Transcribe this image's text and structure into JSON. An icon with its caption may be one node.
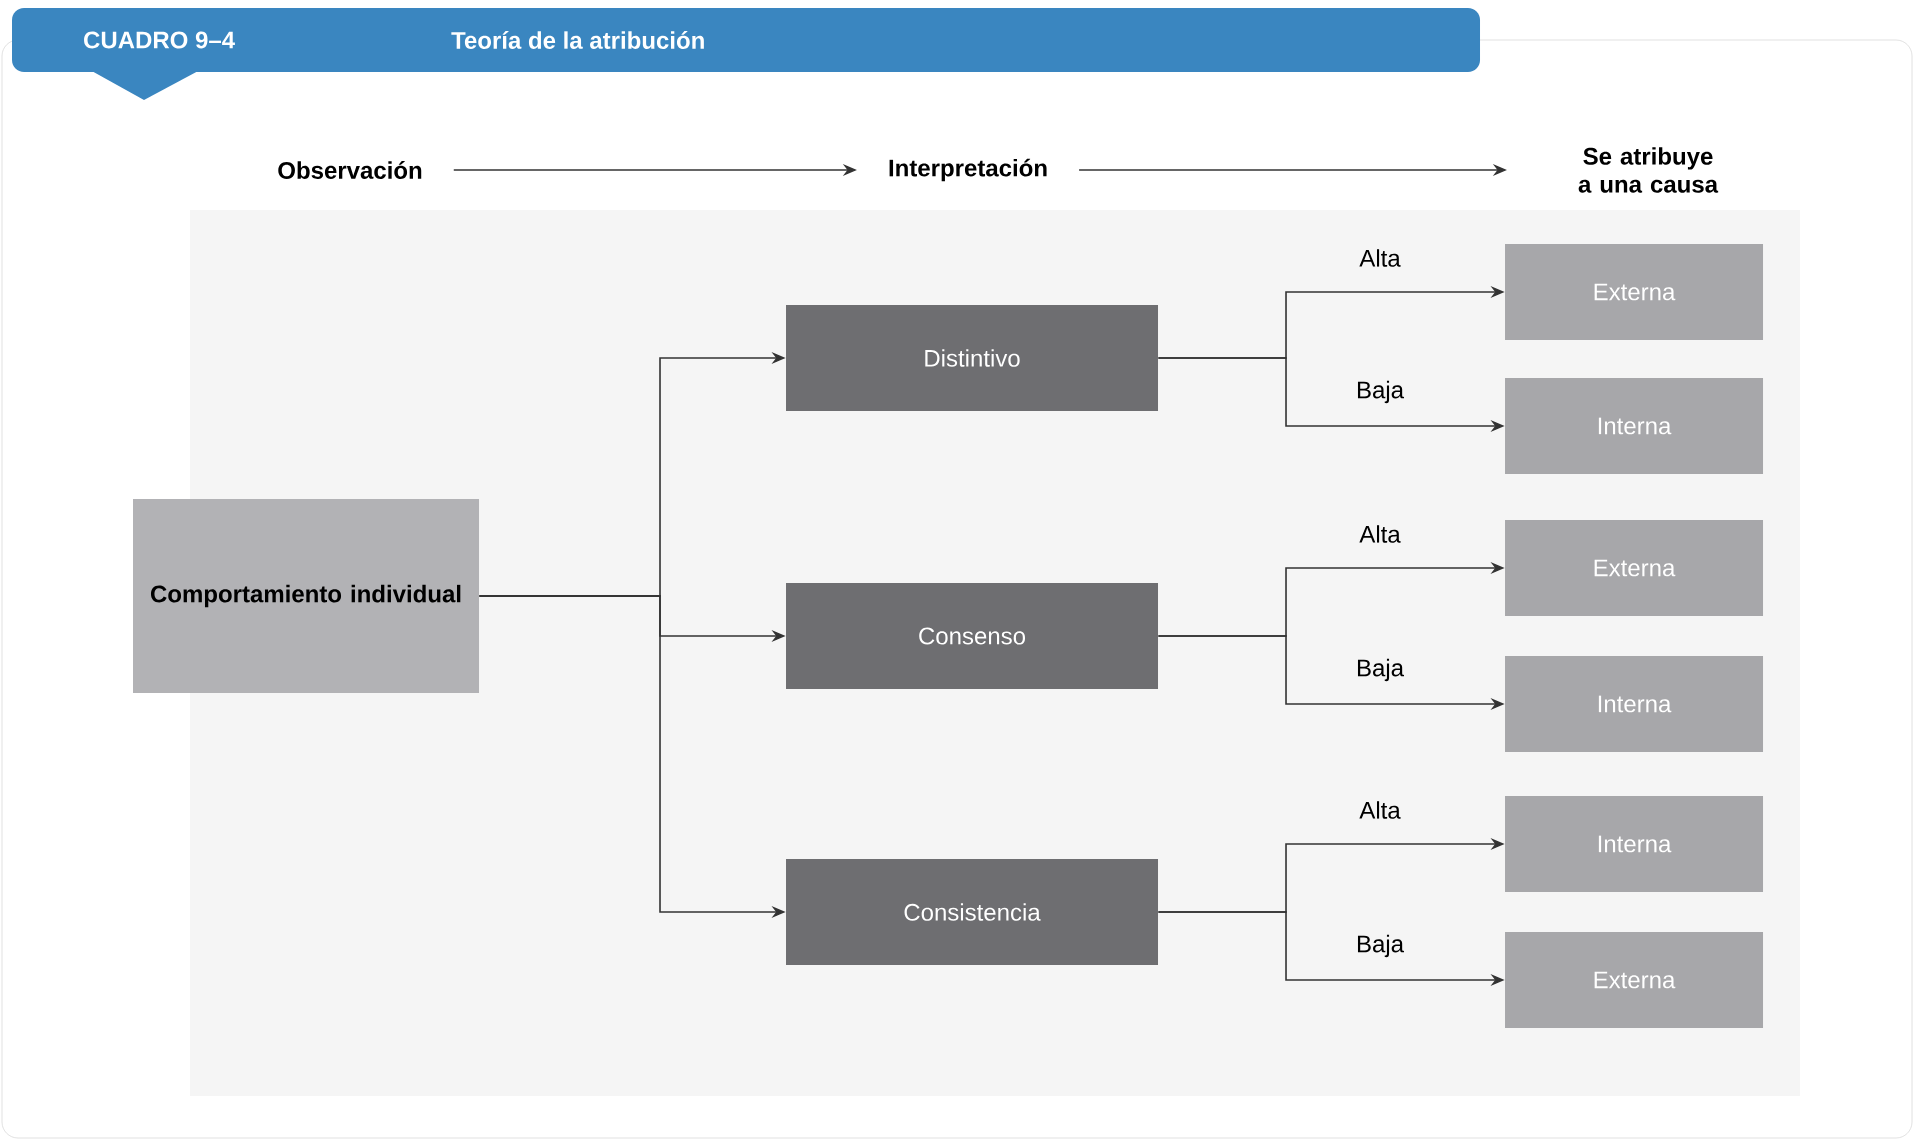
{
  "diagram": {
    "title": "Teoría de la atribución",
    "nodes": [
      {
        "text": [
          "Observación"
        ]
      },
      {
        "text": [
          "Interpretación"
        ]
      },
      {
        "text": [
          "Se atribuye a una causa"
        ]
      },
      {
        "text": [
          "Comportamiento individual"
        ]
      },
      {
        "text": [
          "Distintivo"
        ]
      },
      {
        "text": [
          "Consenso"
        ]
      },
      {
        "text": [
          "Consistencia"
        ]
      },
      {
        "text": [
          "Externa"
        ]
      },
      {
        "text": [
          "Interna"
        ]
      },
      {
        "text": [
          "Externa"
        ]
      },
      {
        "text": [
          "Interna"
        ]
      },
      {
        "text": [
          "Interna"
        ]
      },
      {
        "text": [
          "Externa"
        ]
      }
    ],
    "edges": [
      {
        "from": 0,
        "to": 1,
        "arrow": "to"
      },
      {
        "from": 1,
        "to": 2,
        "arrow": "to"
      },
      {
        "from": 3,
        "to": 4,
        "arrow": "to"
      },
      {
        "from": 3,
        "to": 5,
        "arrow": "to"
      },
      {
        "from": 3,
        "to": 6,
        "arrow": "to"
      },
      {
        "from": 4,
        "to": 7,
        "arrow": "to",
        "label": "Alta"
      },
      {
        "from": 4,
        "to": 8,
        "arrow": "to",
        "label": "Baja"
      },
      {
        "from": 5,
        "to": 9,
        "arrow": "to",
        "label": "Alta"
      },
      {
        "from": 5,
        "to": 10,
        "arrow": "to",
        "label": "Baja"
      },
      {
        "from": 6,
        "to": 11,
        "arrow": "to",
        "label": "Alta"
      },
      {
        "from": 6,
        "to": 12,
        "arrow": "to",
        "label": "Baja"
      }
    ],
    "labels": [
      "CUADRO 9–4"
    ]
  }
}
